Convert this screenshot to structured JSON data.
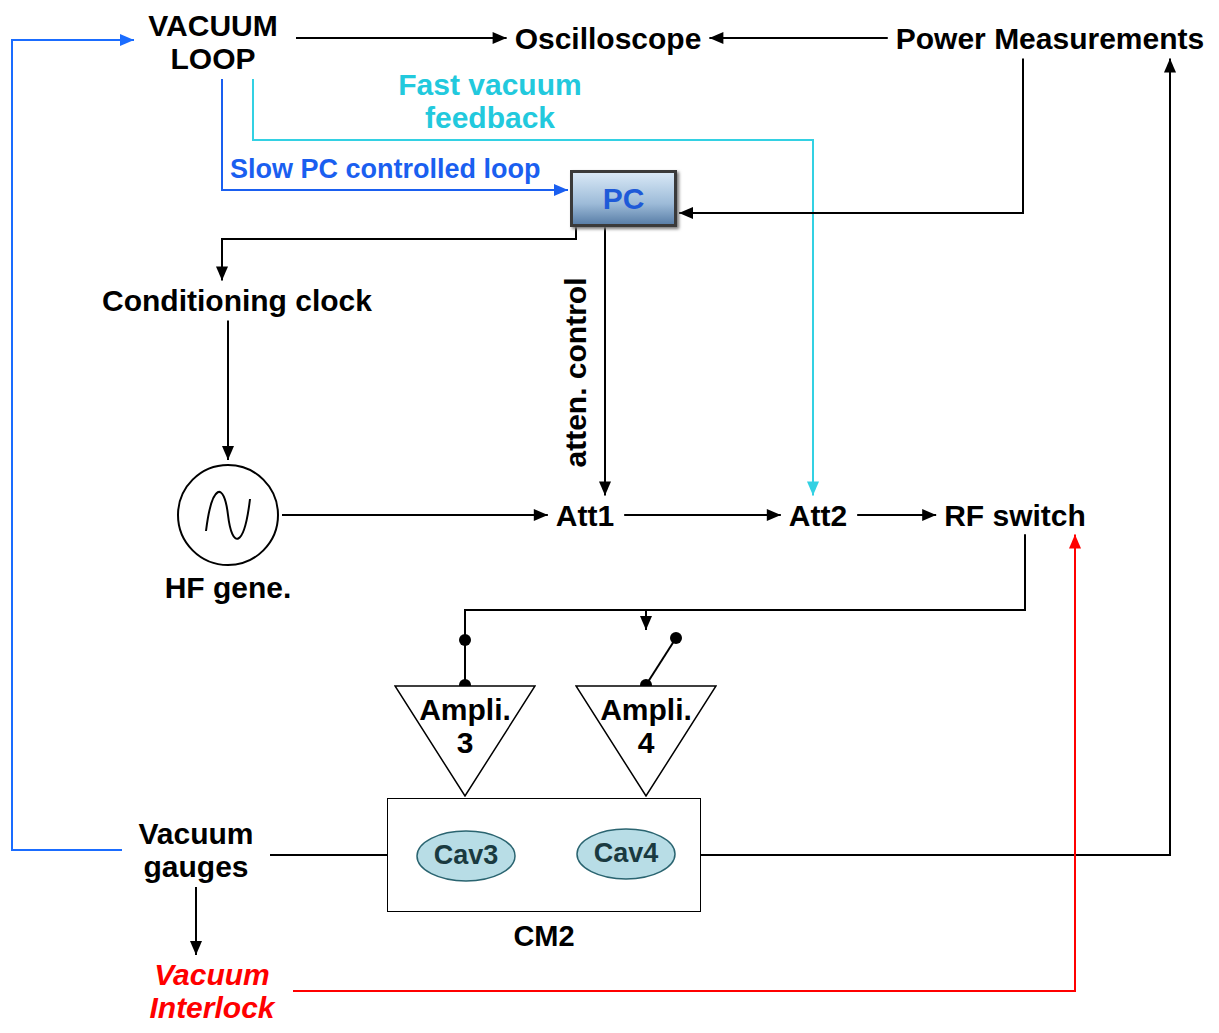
{
  "diagram": {
    "nodes": [
      {
        "text": [
          "VACUUM LOOP"
        ]
      },
      {
        "text": [
          "Oscilloscope"
        ]
      },
      {
        "text": [
          "Power Measurements"
        ]
      },
      {
        "text": [
          "PC"
        ]
      },
      {
        "text": [
          "Conditioning clock"
        ]
      },
      {
        "text": [
          "HF gene."
        ]
      },
      {
        "text": [
          "Att1"
        ]
      },
      {
        "text": [
          "Att2"
        ]
      },
      {
        "text": [
          "RF switch"
        ]
      },
      {
        "text": [
          "Ampli. 3"
        ]
      },
      {
        "text": [
          "Ampli. 4"
        ]
      },
      {
        "text": [
          "CM2"
        ]
      },
      {
        "text": [
          "Cav3"
        ],
        "in": 11
      },
      {
        "text": [
          "Cav4"
        ],
        "in": 11
      },
      {
        "text": [
          "Vacuum gauges"
        ]
      },
      {
        "text": [
          "Vacuum Interlock"
        ]
      }
    ],
    "edges": [
      {
        "from": 0,
        "to": 1,
        "arrow": "to"
      },
      {
        "from": 2,
        "to": 1,
        "arrow": "to"
      },
      {
        "from": 0,
        "to": 3,
        "label": "Slow PC controlled loop",
        "arrow": "to"
      },
      {
        "from": 0,
        "to": 7,
        "label": "Fast vacuum feedback",
        "arrow": "to"
      },
      {
        "from": 2,
        "to": 3,
        "arrow": "to"
      },
      {
        "from": 3,
        "to": 4,
        "arrow": "to"
      },
      {
        "from": 3,
        "to": 6,
        "label": "atten. control",
        "arrow": "to"
      },
      {
        "from": 4,
        "to": 5,
        "arrow": "to"
      },
      {
        "from": 5,
        "to": 6,
        "arrow": "to"
      },
      {
        "from": 6,
        "to": 7,
        "arrow": "to"
      },
      {
        "from": 7,
        "to": 8,
        "arrow": "to"
      },
      {
        "from": 8,
        "to": 9,
        "arrow": "none"
      },
      {
        "from": 8,
        "to": 10,
        "arrow": "to"
      },
      {
        "from": 14,
        "to": 11,
        "arrow": "none"
      },
      {
        "from": 11,
        "to": 2,
        "arrow": "to"
      },
      {
        "from": 14,
        "to": 0,
        "arrow": "to"
      },
      {
        "from": 14,
        "to": 15,
        "arrow": "to"
      },
      {
        "from": 15,
        "to": 8,
        "arrow": "to"
      }
    ]
  }
}
